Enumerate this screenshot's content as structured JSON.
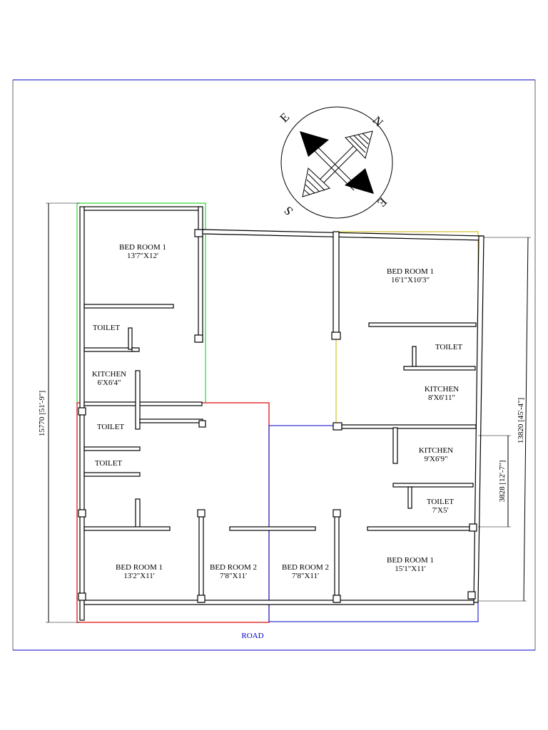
{
  "compass": {
    "n": "N",
    "e_top": "E",
    "s": "S",
    "e_bottom": "E"
  },
  "rooms": {
    "tl_bed": {
      "name": "BED ROOM 1",
      "size": "13'7\"X12'"
    },
    "tl_toilet": {
      "name": "TOILET"
    },
    "tl_kitchen": {
      "name": "KITCHEN",
      "size": "6'X6'4\""
    },
    "ml_toilet1": {
      "name": "TOILET"
    },
    "ml_toilet2": {
      "name": "TOILET"
    },
    "bl_bed": {
      "name": "BED ROOM 1",
      "size": "13'2\"X11'"
    },
    "bl_bed2": {
      "name": "BED ROOM 2",
      "size": "7'8\"X11'"
    },
    "br_bed2": {
      "name": "BED ROOM 2",
      "size": "7'8\"X11'"
    },
    "tr_bed": {
      "name": "BED ROOM 1",
      "size": "16'1\"X10'3\""
    },
    "tr_toilet": {
      "name": "TOILET"
    },
    "tr_kitchen": {
      "name": "KITCHEN",
      "size": "8'X6'11\""
    },
    "br_kitchen": {
      "name": "KITCHEN",
      "size": "9'X6'9\""
    },
    "br_toilet": {
      "name": "TOILET",
      "size": "7'X5'"
    },
    "br_bed": {
      "name": "BED ROOM 1",
      "size": "15'1\"X11'"
    }
  },
  "dimensions": {
    "left": "15770 [51'-9\"]",
    "right": "13820 [45'-4\"]",
    "inner": "3828 [12'-7\"]"
  },
  "road": "ROAD",
  "colors": {
    "frame": "#0000cc",
    "green": "#00cc00",
    "red": "#dd0000",
    "blue": "#0000cc",
    "yellow": "#c8b400"
  }
}
